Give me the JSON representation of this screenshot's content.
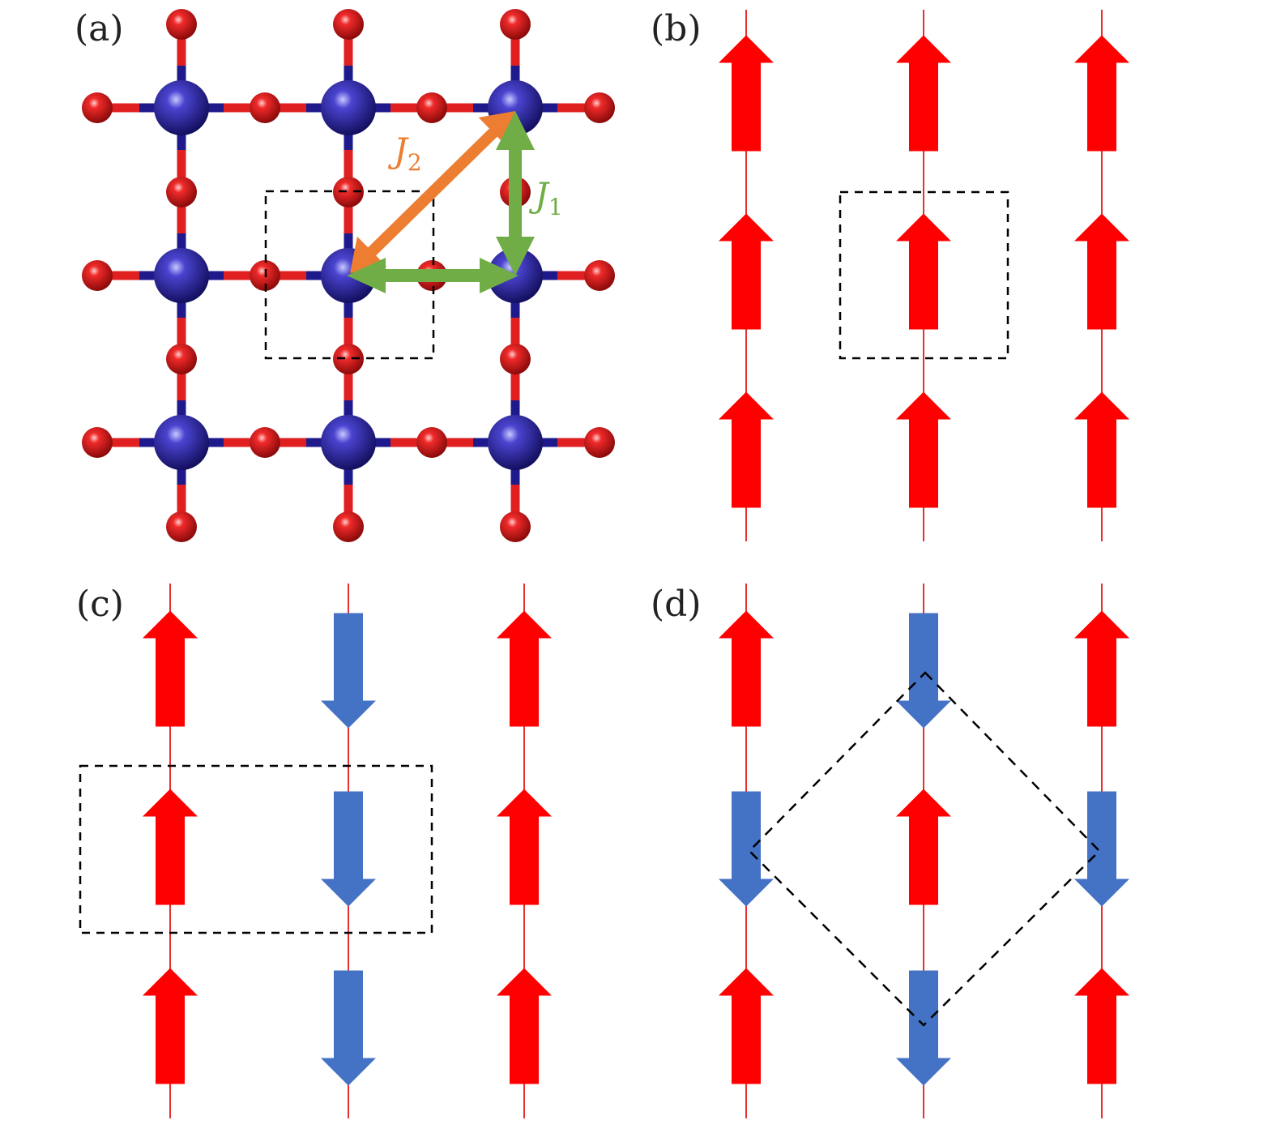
{
  "panels": {
    "a": {
      "label": "(a)"
    },
    "b": {
      "label": "(b)"
    },
    "c": {
      "label": "(c)"
    },
    "d": {
      "label": "(d)"
    }
  },
  "couplings": {
    "j1": {
      "symbol": "J",
      "sub": "1",
      "color": "#70ad47"
    },
    "j2": {
      "symbol": "J",
      "sub": "2",
      "color": "#ed7d31"
    }
  },
  "colors": {
    "metal_atom": "#1f1a8c",
    "oxygen_atom": "#e02020",
    "bond_metal": "#1f1a8c",
    "bond_oxygen": "#e02020",
    "spin_up": "#ff0000",
    "spin_down": "#4472c4",
    "grid_line": "#e83030",
    "cell_outline": "#000000"
  },
  "icons": {
    "spin_up": "arrow-up-icon",
    "spin_down": "arrow-down-icon",
    "coupling": "double-arrow-icon"
  },
  "spin_configurations": {
    "b": [
      [
        "up",
        "up",
        "up"
      ],
      [
        "up",
        "up",
        "up"
      ],
      [
        "up",
        "up",
        "up"
      ]
    ],
    "c": [
      [
        "up",
        "down",
        "up"
      ],
      [
        "up",
        "down",
        "up"
      ],
      [
        "up",
        "down",
        "up"
      ]
    ],
    "d": [
      [
        "up",
        "down",
        "up"
      ],
      [
        "down",
        "up",
        "down"
      ],
      [
        "up",
        "down",
        "up"
      ]
    ]
  }
}
